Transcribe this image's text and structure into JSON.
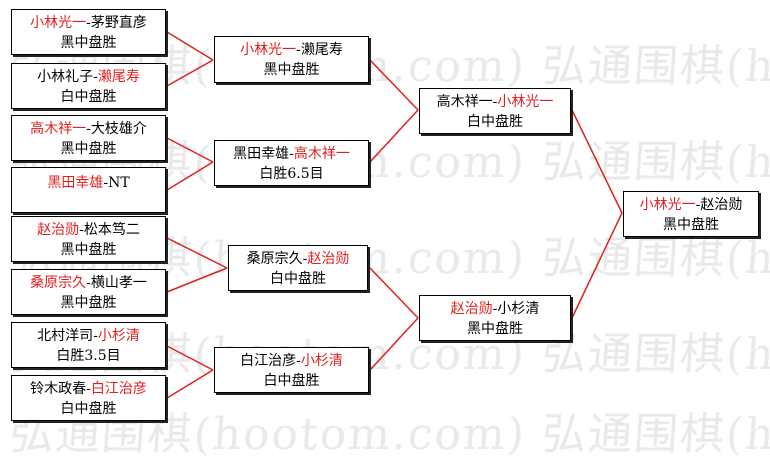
{
  "watermark": "弘通围棋(hootom.com) 弘通围棋(hootom.com)",
  "colors": {
    "line": "#e02020",
    "winner": "#e02020",
    "text": "#000000"
  },
  "round1": [
    {
      "a": "小林光一",
      "sep": "-",
      "b": "茅野直彦",
      "result": "黑中盘胜",
      "winner": "a"
    },
    {
      "a": "小林礼子",
      "sep": "-",
      "b": "濑尾寿",
      "result": "白中盘胜",
      "winner": "b"
    },
    {
      "a": "高木祥一",
      "sep": "-",
      "b": "大枝雄介",
      "result": "黑中盘胜",
      "winner": "a"
    },
    {
      "a": "黑田幸雄",
      "sep": "-",
      "b": "NT",
      "result": "",
      "winner": "a"
    },
    {
      "a": "赵治勋",
      "sep": "-",
      "b": "松本笃二",
      "result": "黑中盘胜",
      "winner": "a"
    },
    {
      "a": "桑原宗久",
      "sep": "-",
      "b": "横山孝一",
      "result": "黑中盘胜",
      "winner": "a"
    },
    {
      "a": "北村洋司",
      "sep": "-",
      "b": "小杉清",
      "result": "白胜3.5目",
      "winner": "b"
    },
    {
      "a": "铃木政春",
      "sep": "-",
      "b": "白江治彦",
      "result": "白中盘胜",
      "winner": "b"
    }
  ],
  "round2": [
    {
      "a": "小林光一",
      "sep": "-",
      "b": "濑尾寿",
      "result": "黑中盘胜",
      "winner": "a"
    },
    {
      "a": "黑田幸雄",
      "sep": "-",
      "b": "高木祥一",
      "result": "白胜6.5目",
      "winner": "b"
    },
    {
      "a": "桑原宗久",
      "sep": "-",
      "b": "赵治勋",
      "result": "白中盘胜",
      "winner": "b"
    },
    {
      "a": "白江治彦",
      "sep": "-",
      "b": "小杉清",
      "result": "白中盘胜",
      "winner": "b"
    }
  ],
  "round3": [
    {
      "a": "高木祥一",
      "sep": "-",
      "b": "小林光一",
      "result": "白中盘胜",
      "winner": "b"
    },
    {
      "a": "赵治勋",
      "sep": "-",
      "b": "小杉清",
      "result": "黑中盘胜",
      "winner": "a"
    }
  ],
  "final": {
    "a": "小林光一",
    "sep": "-",
    "b": "赵治勋",
    "result": "黑中盘胜",
    "winner": "a"
  }
}
